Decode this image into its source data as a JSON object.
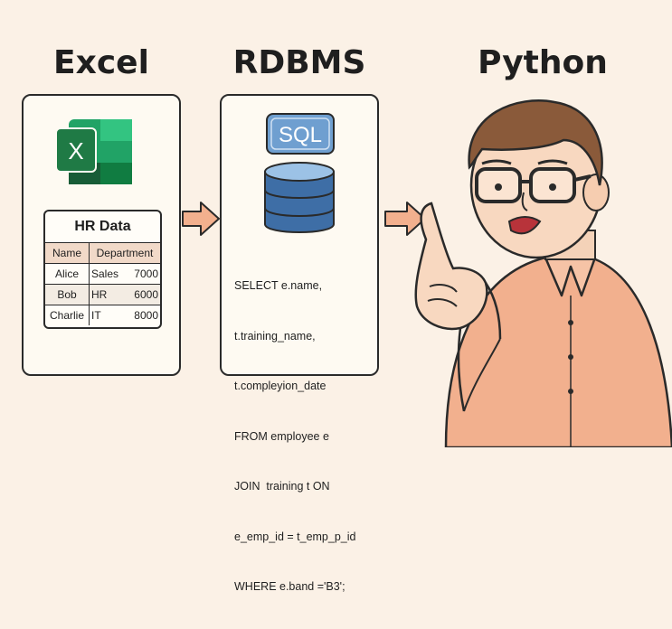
{
  "titles": {
    "excel": "Excel",
    "rdbms": "RDBMS",
    "python": "Python"
  },
  "excel": {
    "icon_letter": "X",
    "card_title": "HR Data",
    "headers": [
      "Name",
      "Department"
    ],
    "rows": [
      [
        "Alice",
        "Sales",
        "7000"
      ],
      [
        "Bob",
        "HR",
        "6000"
      ],
      [
        "Charlie",
        "IT",
        "8000"
      ]
    ]
  },
  "rdbms": {
    "badge": "SQL",
    "code_lines": [
      "SELECT e.name,",
      "t.training_name,",
      "t.compleyion_date",
      "FROM employee e",
      "JOIN  training t ON",
      "e_emp_id = t_emp_p_id",
      "WHERE e.band ='B3';"
    ]
  },
  "colors": {
    "background": "#fbf1e6",
    "arrow": "#f2b08e",
    "excel_green": "#1f7a45",
    "sql_blue": "#6f9fd0",
    "shirt": "#f2b08e",
    "hair": "#8a5a3a"
  },
  "icons": [
    "excel-icon",
    "sql-badge-icon",
    "database-icon",
    "arrow-right-icon",
    "person-illustration"
  ]
}
